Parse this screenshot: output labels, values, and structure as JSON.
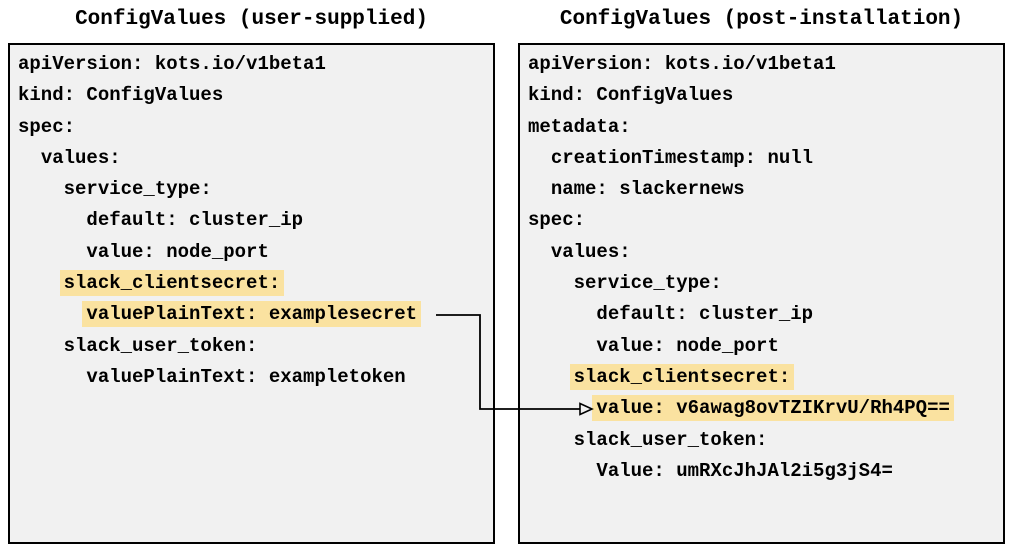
{
  "colors": {
    "page_background": "#FFFFFF",
    "panel_background": "#F1F1F1",
    "panel_border": "#000000",
    "highlight": "#FAE2A0",
    "text": "#000000",
    "arrow": "#000000"
  },
  "left_panel": {
    "title": "ConfigValues (user-supplied)",
    "lines": [
      {
        "indent": "",
        "text": "apiVersion: kots.io/v1beta1",
        "highlighted": false
      },
      {
        "indent": "",
        "text": "kind: ConfigValues",
        "highlighted": false
      },
      {
        "indent": "",
        "text": "spec:",
        "highlighted": false
      },
      {
        "indent": "  ",
        "text": "values:",
        "highlighted": false
      },
      {
        "indent": "    ",
        "text": "service_type:",
        "highlighted": false
      },
      {
        "indent": "      ",
        "text": "default: cluster_ip",
        "highlighted": false
      },
      {
        "indent": "      ",
        "text": "value: node_port",
        "highlighted": false
      },
      {
        "indent": "    ",
        "text": "slack_clientsecret:",
        "highlighted": true
      },
      {
        "indent": "      ",
        "text": "valuePlainText: examplesecret",
        "highlighted": true
      },
      {
        "indent": "    ",
        "text": "slack_user_token:",
        "highlighted": false
      },
      {
        "indent": "      ",
        "text": "valuePlainText: exampletoken",
        "highlighted": false
      }
    ]
  },
  "right_panel": {
    "title": "ConfigValues (post-installation)",
    "lines": [
      {
        "indent": "",
        "text": "apiVersion: kots.io/v1beta1",
        "highlighted": false
      },
      {
        "indent": "",
        "text": "kind: ConfigValues",
        "highlighted": false
      },
      {
        "indent": "",
        "text": "metadata:",
        "highlighted": false
      },
      {
        "indent": "  ",
        "text": "creationTimestamp: null",
        "highlighted": false
      },
      {
        "indent": "  ",
        "text": "name: slackernews",
        "highlighted": false
      },
      {
        "indent": "",
        "text": "spec:",
        "highlighted": false
      },
      {
        "indent": "  ",
        "text": "values:",
        "highlighted": false
      },
      {
        "indent": "    ",
        "text": "service_type:",
        "highlighted": false
      },
      {
        "indent": "      ",
        "text": "default: cluster_ip",
        "highlighted": false
      },
      {
        "indent": "      ",
        "text": "value: node_port",
        "highlighted": false
      },
      {
        "indent": "    ",
        "text": "slack_clientsecret:",
        "highlighted": true
      },
      {
        "indent": "      ",
        "text": "value: v6awag8ovTZIKrvU/Rh4PQ==",
        "highlighted": true
      },
      {
        "indent": "    ",
        "text": "slack_user_token:",
        "highlighted": false
      },
      {
        "indent": "      ",
        "text": "Value: umRXcJhJAl2i5g3jS4="
      }
    ]
  }
}
